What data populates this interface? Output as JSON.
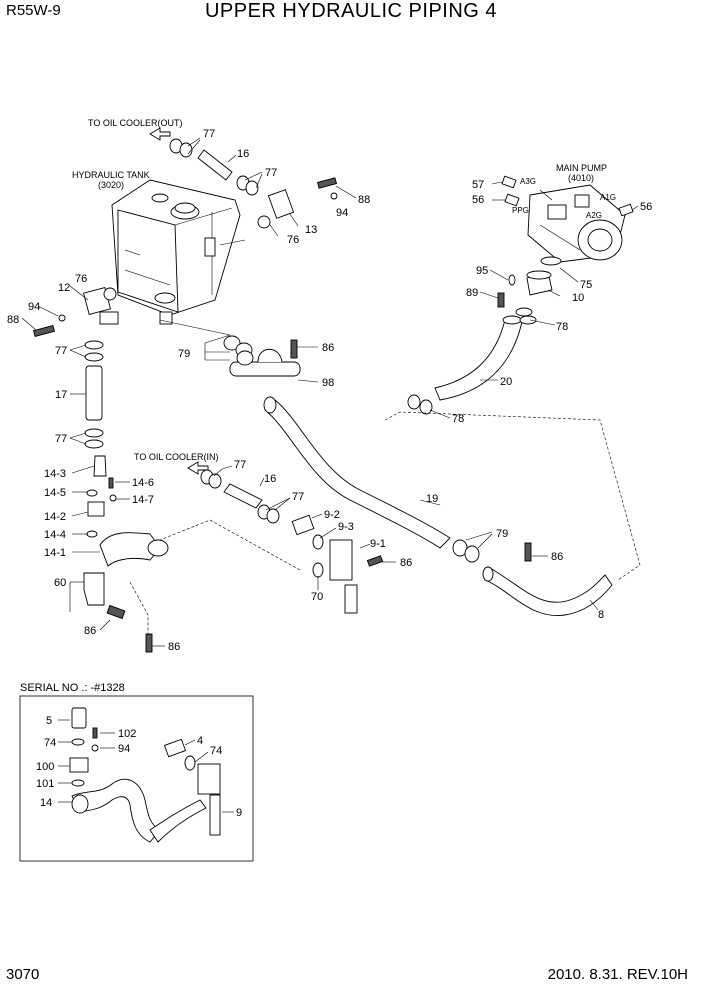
{
  "header": {
    "model": "R55W-9",
    "title": "UPPER HYDRAULIC PIPING 4"
  },
  "footer": {
    "page": "3070",
    "date_rev": "2010. 8.31.  REV.10H"
  },
  "captions": {
    "oil_cooler_out": "TO OIL COOLER(OUT)",
    "oil_cooler_in": "TO OIL COOLER(IN)",
    "hydraulic_tank": "HYDRAULIC TANK",
    "hydraulic_tank_code": "(3020)",
    "main_pump": "MAIN PUMP",
    "main_pump_code": "(4010)",
    "serial_no": "SERIAL NO .: -#1328"
  },
  "port_labels": {
    "a3g": "A3G",
    "a1g": "A1G",
    "a2g": "A2G",
    "ppg": "PPG"
  },
  "part_numbers": {
    "p77a": "77",
    "p16a": "16",
    "p77b": "77",
    "p88a": "88",
    "p94a": "94",
    "p13": "13",
    "p76a": "76",
    "p57": "57",
    "p56a": "56",
    "p56b": "56",
    "p75": "75",
    "p95": "95",
    "p10": "10",
    "p89": "89",
    "p78a": "78",
    "p76b": "76",
    "p12": "12",
    "p94b": "94",
    "p88b": "88",
    "p77c": "77",
    "p17": "17",
    "p77d": "77",
    "p79a": "79",
    "p86a": "86",
    "p98": "98",
    "p20": "20",
    "p78b": "78",
    "p14_3": "14-3",
    "p14_6": "14-6",
    "p14_5": "14-5",
    "p14_7": "14-7",
    "p14_2": "14-2",
    "p14_4": "14-4",
    "p14_1": "14-1",
    "p77e": "77",
    "p16b": "16",
    "p77f": "77",
    "p19": "19",
    "p9_2": "9-2",
    "p9_3": "9-3",
    "p9_1": "9-1",
    "p86b": "86",
    "p79b": "79",
    "p86c": "86",
    "p8": "8",
    "p60": "60",
    "p70": "70",
    "p86d": "86",
    "p86e": "86",
    "s5": "5",
    "s102": "102",
    "s74a": "74",
    "s94": "94",
    "s4": "4",
    "s74b": "74",
    "s100": "100",
    "s101": "101",
    "s14": "14",
    "s9": "9"
  }
}
